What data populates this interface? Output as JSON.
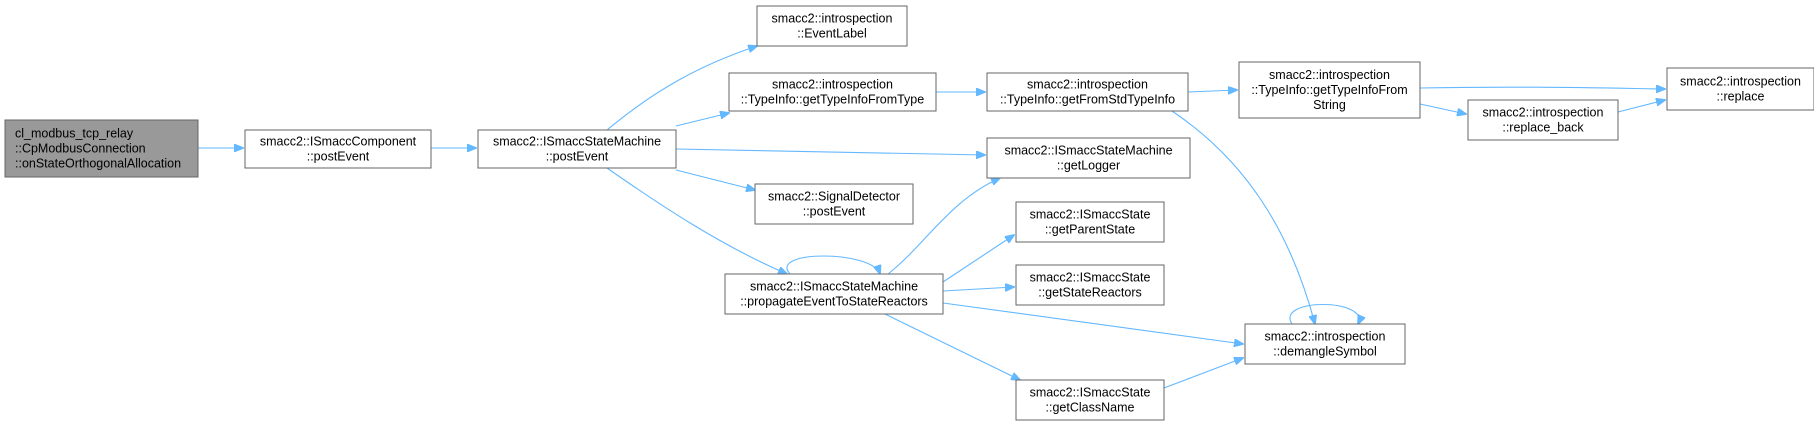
{
  "graph": {
    "nodes": [
      {
        "id": "root",
        "lines": [
          "cl_modbus_tcp_relay",
          "::CpModbusConnection",
          "::onStateOrthogonalAllocation"
        ],
        "root": true,
        "name": "node-onstateorthogonalallocation"
      },
      {
        "id": "comp_post",
        "lines": [
          "smacc2::ISmaccComponent",
          "::postEvent"
        ],
        "name": "node-ismacccomponent-postevent"
      },
      {
        "id": "sm_post",
        "lines": [
          "smacc2::ISmaccStateMachine",
          "::postEvent"
        ],
        "name": "node-ismaccstatemachine-postevent"
      },
      {
        "id": "evlabel",
        "lines": [
          "smacc2::introspection",
          "::EventLabel"
        ],
        "name": "node-eventlabel"
      },
      {
        "id": "getti_type",
        "lines": [
          "smacc2::introspection",
          "::TypeInfo::getTypeInfoFromType"
        ],
        "name": "node-gettypeinfofromtype"
      },
      {
        "id": "sigdet",
        "lines": [
          "smacc2::SignalDetector",
          "::postEvent"
        ],
        "name": "node-signaldetector-postevent"
      },
      {
        "id": "propagate",
        "lines": [
          "smacc2::ISmaccStateMachine",
          "::propagateEventToStateReactors"
        ],
        "name": "node-propagateeventtostatereactors"
      },
      {
        "id": "getfromstd",
        "lines": [
          "smacc2::introspection",
          "::TypeInfo::getFromStdTypeInfo"
        ],
        "name": "node-getfromstdtypeinfo"
      },
      {
        "id": "getlogger",
        "lines": [
          "smacc2::ISmaccStateMachine",
          "::getLogger"
        ],
        "name": "node-getlogger"
      },
      {
        "id": "getparent",
        "lines": [
          "smacc2::ISmaccState",
          "::getParentState"
        ],
        "name": "node-getparentstate"
      },
      {
        "id": "getreactors",
        "lines": [
          "smacc2::ISmaccState",
          "::getStateReactors"
        ],
        "name": "node-getstatereactors"
      },
      {
        "id": "getclass",
        "lines": [
          "smacc2::ISmaccState",
          "::getClassName"
        ],
        "name": "node-getclassname"
      },
      {
        "id": "getti_str",
        "lines": [
          "smacc2::introspection",
          "::TypeInfo::getTypeInfoFrom",
          "String"
        ],
        "name": "node-gettypeinfofromstring"
      },
      {
        "id": "demangle",
        "lines": [
          "smacc2::introspection",
          "::demangleSymbol"
        ],
        "name": "node-demanglesymbol"
      },
      {
        "id": "replace_back",
        "lines": [
          "smacc2::introspection",
          "::replace_back"
        ],
        "name": "node-replace-back"
      },
      {
        "id": "replace",
        "lines": [
          "smacc2::introspection",
          "::replace"
        ],
        "name": "node-replace"
      }
    ],
    "edges": [
      {
        "from": "root",
        "to": "comp_post"
      },
      {
        "from": "comp_post",
        "to": "sm_post"
      },
      {
        "from": "sm_post",
        "to": "evlabel"
      },
      {
        "from": "sm_post",
        "to": "getti_type"
      },
      {
        "from": "sm_post",
        "to": "getlogger"
      },
      {
        "from": "sm_post",
        "to": "sigdet"
      },
      {
        "from": "sm_post",
        "to": "propagate"
      },
      {
        "from": "getti_type",
        "to": "getfromstd"
      },
      {
        "from": "getfromstd",
        "to": "getti_str"
      },
      {
        "from": "getfromstd",
        "to": "demangle"
      },
      {
        "from": "getti_str",
        "to": "replace"
      },
      {
        "from": "getti_str",
        "to": "replace_back"
      },
      {
        "from": "replace_back",
        "to": "replace"
      },
      {
        "from": "propagate",
        "to": "propagate"
      },
      {
        "from": "propagate",
        "to": "getlogger"
      },
      {
        "from": "propagate",
        "to": "getparent"
      },
      {
        "from": "propagate",
        "to": "getreactors"
      },
      {
        "from": "propagate",
        "to": "demangle"
      },
      {
        "from": "propagate",
        "to": "getclass"
      },
      {
        "from": "getclass",
        "to": "demangle"
      },
      {
        "from": "demangle",
        "to": "demangle"
      }
    ],
    "colors": {
      "edge": "#63b8ff",
      "root_fill": "#999999",
      "node_border": "#666666"
    }
  }
}
